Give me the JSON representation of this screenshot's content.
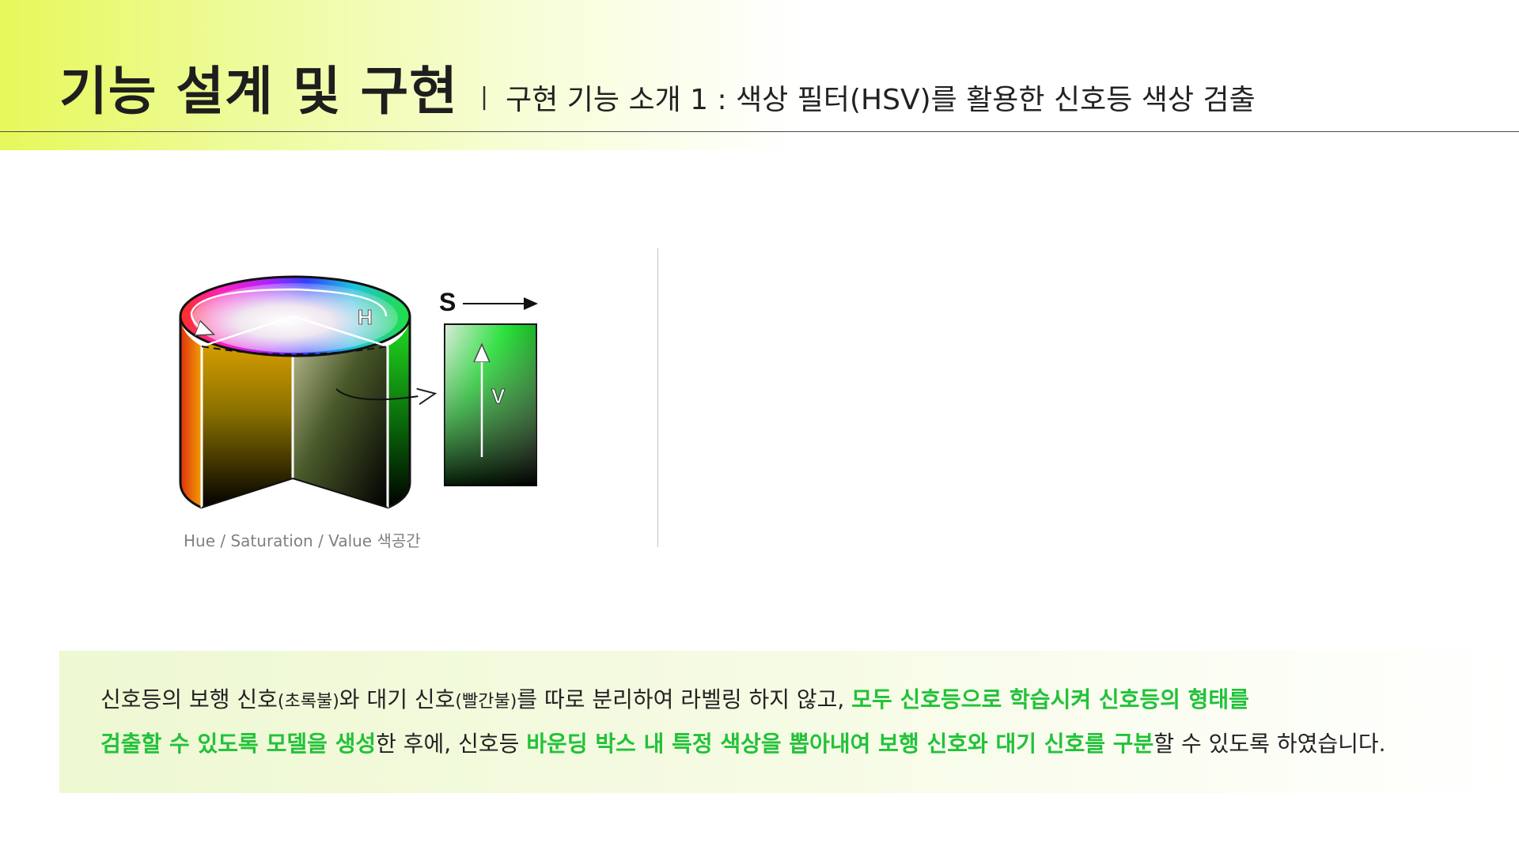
{
  "header": {
    "title": "기능 설계 및 구현",
    "separator": "|",
    "subtitle": "구현 기능 소개 1 : 색상 필터(HSV)를 활용한 신호등 색상 검출"
  },
  "figure": {
    "label_h": "H",
    "label_s": "S",
    "label_v": "V",
    "caption": "Hue / Saturation / Value 색공간"
  },
  "note": {
    "parts": [
      {
        "text": "신호등의 보행 신호",
        "style": "normal"
      },
      {
        "text": "(초록불)",
        "style": "small"
      },
      {
        "text": "와 대기 신호",
        "style": "normal"
      },
      {
        "text": "(빨간불)",
        "style": "small"
      },
      {
        "text": "를 따로 분리하여 라벨링 하지 않고, ",
        "style": "normal"
      },
      {
        "text": "모두 신호등으로 학습시켜 신호등의 형태를",
        "style": "highlight"
      },
      {
        "text": "검출할 수 있도록 모델을 생성",
        "style": "highlight",
        "newline": true
      },
      {
        "text": "한 후에, 신호등 ",
        "style": "normal"
      },
      {
        "text": "바운딩 박스 내 특정 색상을 뽑아내여 보행 신호와 대기 신호를 구분",
        "style": "highlight"
      },
      {
        "text": "할 수 있도록 하였습니다.",
        "style": "normal"
      }
    ]
  },
  "colors": {
    "accent_green": "#22c23a",
    "header_lime": "#e6f85a"
  }
}
